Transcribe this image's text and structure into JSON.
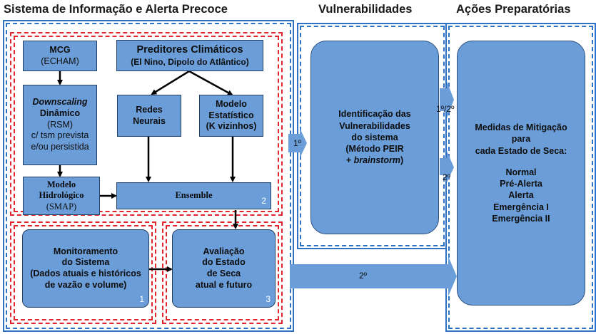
{
  "headers": {
    "col1": "Sistema de Informação e Alerta Precoce",
    "col2": "Vulnerabilidades",
    "col3": "Ações Preparatórias"
  },
  "boxes": {
    "mcg": {
      "title": "MCG",
      "sub": "(ECHAM)"
    },
    "preditores": {
      "title": "Preditores Climáticos",
      "sub": "(El Nino, Dipolo do Atlântico)"
    },
    "downscaling": {
      "title_it": "Downscaling",
      "title": "Dinâmico",
      "l1": "(RSM)",
      "l2": "c/ tsm prevista",
      "l3": "e/ou persistida"
    },
    "redes": {
      "l1": "Redes",
      "l2": "Neurais"
    },
    "modelo_est": {
      "l1": "Modelo",
      "l2": "Estatístico",
      "l3": "(K vizinhos)"
    },
    "hidro": {
      "l1": "Modelo",
      "l2": "Hidrológico",
      "l3": "(SMAP)"
    },
    "ensemble": {
      "label": "Ensemble",
      "num": "2"
    },
    "monitor": {
      "l1": "Monitoramento",
      "l2": "do Sistema",
      "l3": "(Dados atuais e históricos",
      "l4": "de vazão e volume)",
      "num": "1"
    },
    "avaliacao": {
      "l1": "Avaliação",
      "l2": "do Estado",
      "l3": "de Seca",
      "l4": "atual e futuro",
      "num": "3"
    },
    "ident": {
      "l1": "Identificação das",
      "l2": "Vulnerabilidades",
      "l3": "do sistema",
      "l4": "(Método PEIR",
      "l5_plus": "+ ",
      "l5_it": "brainstorm",
      "l5_end": ")"
    },
    "medidas": {
      "l1": "Medidas de Mitigação",
      "l2": "para",
      "l3": "cada Estado de Seca:",
      "states": [
        "Normal",
        "Pré-Alerta",
        "Alerta",
        "Emergência I",
        "Emergência II"
      ]
    }
  },
  "arrow_labels": {
    "a1": "1º",
    "a12": "1º/2º",
    "a2": "2º",
    "a2_bottom": "2º"
  },
  "colors": {
    "box_fill": "#6b9ed9",
    "blue_dash": "#2d72c4",
    "red_dash": "#e0262c"
  }
}
